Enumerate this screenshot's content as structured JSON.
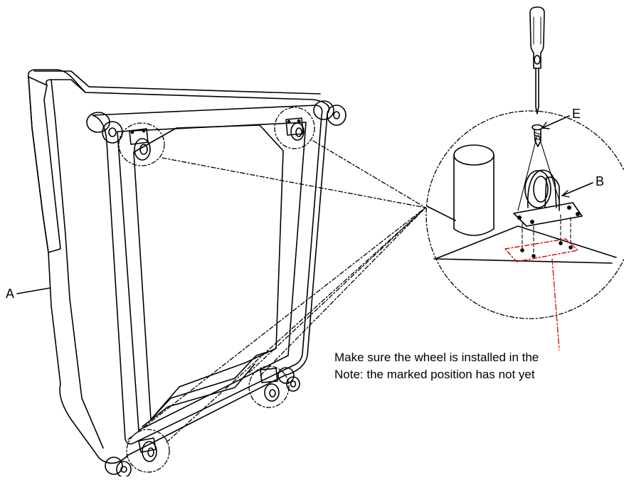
{
  "labels": {
    "a": "A",
    "b": "B",
    "e": "E"
  },
  "notes": {
    "line1": "Make sure the wheel is installed in the",
    "line2": "Note: the marked position has not yet"
  },
  "colors": {
    "ink": "#000000",
    "marker": "#e00000"
  },
  "icons": {
    "tool": "screwdriver-icon",
    "part": "caster-wheel-icon"
  }
}
